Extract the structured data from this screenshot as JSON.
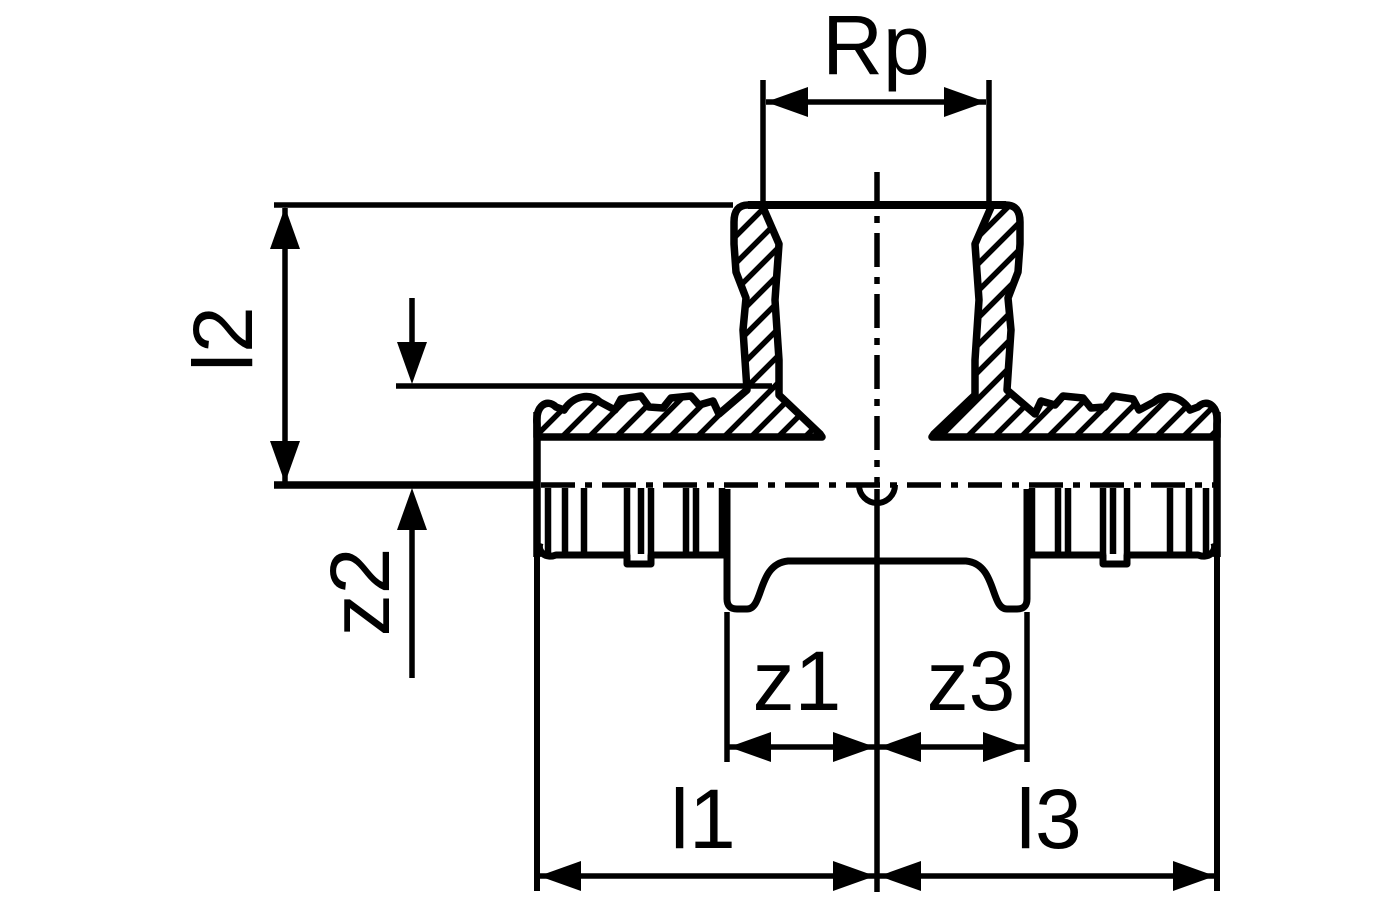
{
  "page": {
    "background": "#ffffff",
    "ink": "#000000"
  },
  "drawing": {
    "kind": "technical-dimension-drawing",
    "subject": "tee-press-fitting-half-section",
    "labels": {
      "rp": "Rp",
      "l2": "l2",
      "z2": "z2",
      "z1": "z1",
      "z3": "z3",
      "l1": "l1",
      "l3": "l3"
    }
  }
}
